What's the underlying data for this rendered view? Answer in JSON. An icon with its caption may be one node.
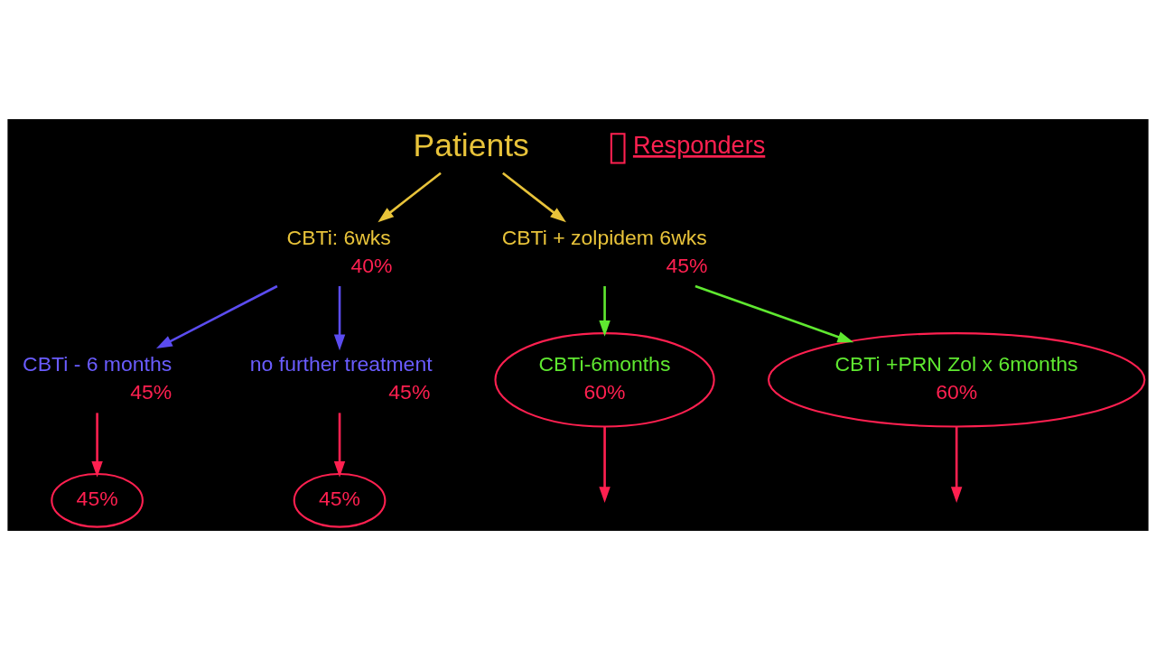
{
  "diagram": {
    "nodes": [
      {
        "text": [
          "Patients"
        ]
      },
      {
        "text": [
          "CBTi: 6wks"
        ],
        "beside": [
          "40%"
        ]
      },
      {
        "text": [
          "CBTi + zolpidem 6wks"
        ],
        "beside": [
          "45%"
        ]
      },
      {
        "text": [
          "CBTi - 6 months"
        ],
        "beside": [
          "45%"
        ]
      },
      {
        "text": [
          "no further treatment"
        ],
        "beside": [
          "45%"
        ]
      },
      {
        "text": [
          "CBTi-6months",
          "60%"
        ]
      },
      {
        "text": [
          "CBTi +PRN Zol x 6months",
          "60%"
        ]
      },
      {
        "text": [
          "45%"
        ]
      },
      {
        "text": [
          "45%"
        ]
      }
    ],
    "edges": [
      {
        "from": 0,
        "to": 1,
        "arrow": "to",
        "color": "#e8c33a"
      },
      {
        "from": 0,
        "to": 2,
        "arrow": "to",
        "color": "#e8c33a"
      },
      {
        "from": 1,
        "to": 3,
        "arrow": "to",
        "color": "#5b4cf0"
      },
      {
        "from": 1,
        "to": 4,
        "arrow": "to",
        "color": "#5b4cf0"
      },
      {
        "from": 2,
        "to": 5,
        "arrow": "to",
        "color": "#5fe830"
      },
      {
        "from": 2,
        "to": 6,
        "arrow": "to",
        "color": "#5fe830"
      },
      {
        "from": 3,
        "to": 7,
        "arrow": "to",
        "color": "#ff2050"
      },
      {
        "from": 4,
        "to": 8,
        "arrow": "to",
        "color": "#ff2050"
      },
      {
        "from": 5,
        "to": null,
        "arrow": "to",
        "color": "#ff2050"
      },
      {
        "from": 6,
        "to": null,
        "arrow": "to",
        "color": "#ff2050"
      }
    ],
    "legend": [
      {
        "text": "Responders"
      }
    ]
  }
}
